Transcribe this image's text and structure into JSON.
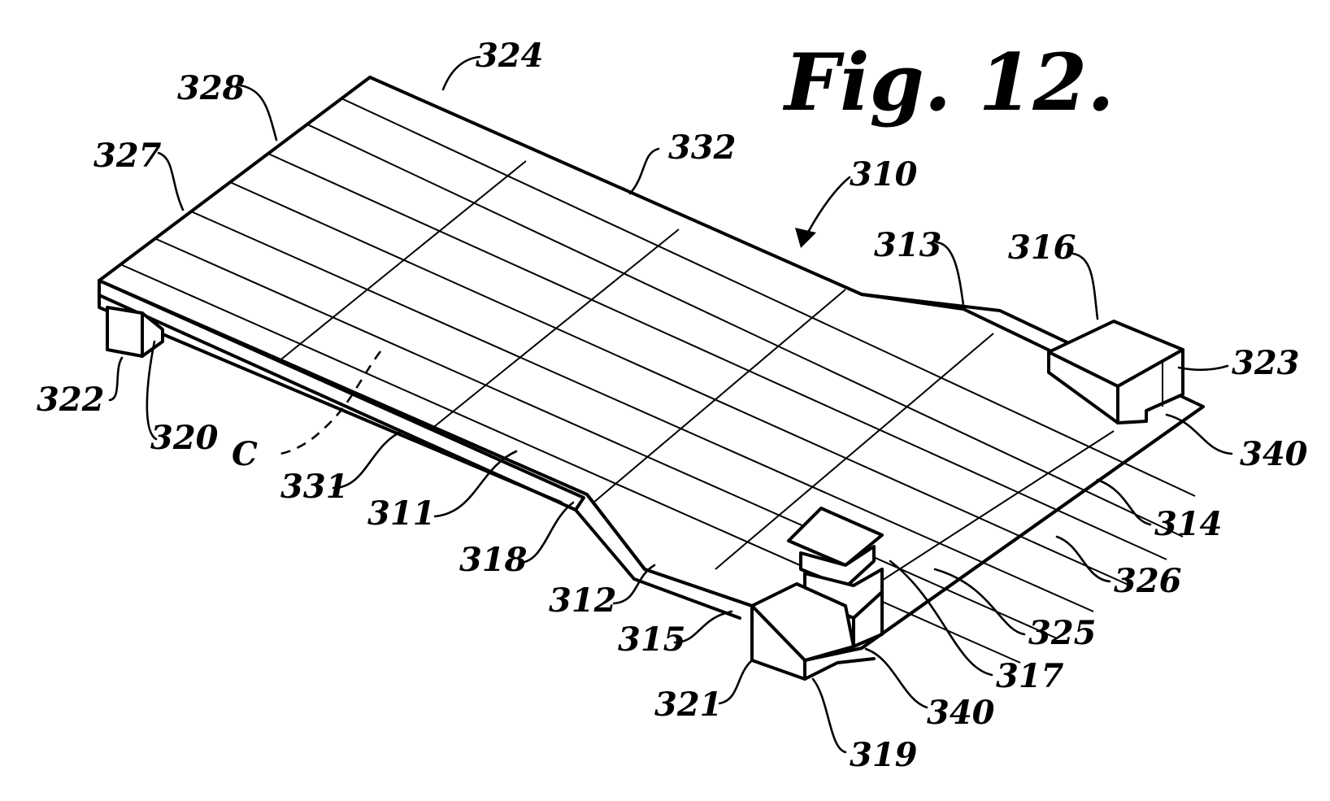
{
  "figure": {
    "title": "Fig. 12.",
    "labels": {
      "l310": "310",
      "l311": "311",
      "l312": "312",
      "l313": "313",
      "l314": "314",
      "l315": "315",
      "l316": "316",
      "l317": "317",
      "l318": "318",
      "l319": "319",
      "l320": "320",
      "l321": "321",
      "l322": "322",
      "l323": "323",
      "l324": "324",
      "l325": "325",
      "l326": "326",
      "l327": "327",
      "l328": "328",
      "l331": "331",
      "l332": "332",
      "l340a": "340",
      "l340b": "340",
      "lC": "C"
    }
  }
}
